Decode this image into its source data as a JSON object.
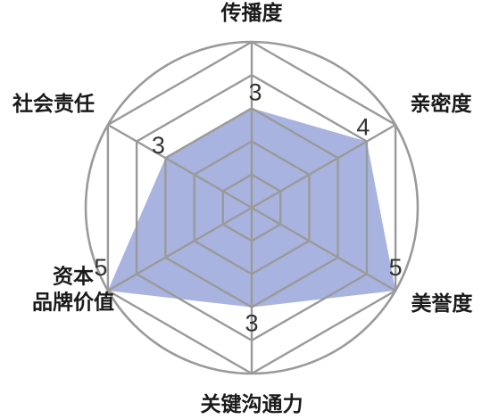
{
  "chart_data": {
    "type": "radar",
    "axes": [
      "传播度",
      "亲密度",
      "美誉度",
      "关键沟通力",
      "资本\n品牌价值",
      "社会责任"
    ],
    "values": [
      3,
      4,
      5,
      3,
      5,
      3
    ],
    "value_labels": [
      "3",
      "4",
      "5",
      "3",
      "5",
      "3"
    ],
    "range": [
      0,
      5
    ],
    "levels": 5,
    "fill_color": "#a9b3e0",
    "grid_color": "#9a9a9a",
    "grid": true
  }
}
